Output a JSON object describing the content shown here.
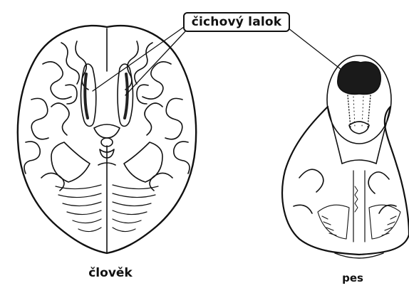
{
  "diagram": {
    "callout_label": "čichový lalok",
    "human_label": "člověk",
    "dog_label": "pes",
    "stroke_color": "#111111",
    "background_color": "#ffffff"
  }
}
